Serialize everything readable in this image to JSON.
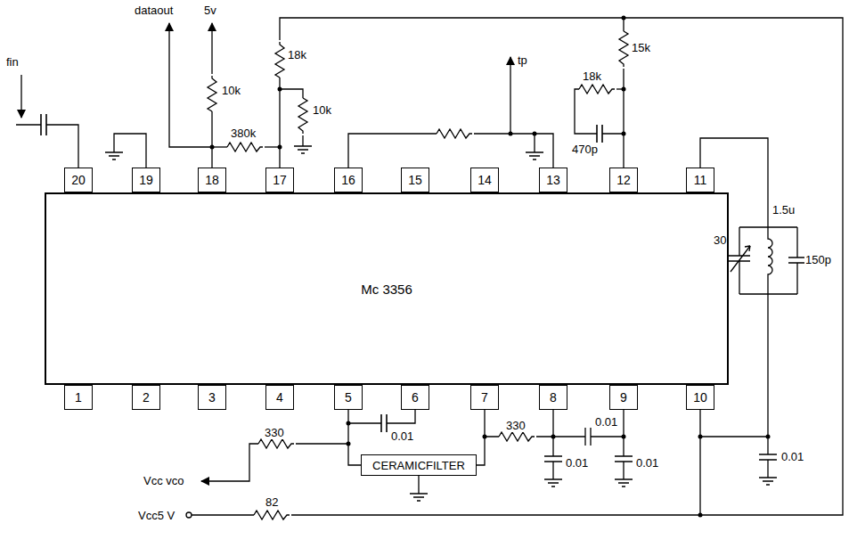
{
  "diagram": {
    "nodes": [
      {
        "text": [
          "20"
        ]
      },
      {
        "text": [
          "19"
        ]
      },
      {
        "text": [
          "18"
        ]
      },
      {
        "text": [
          "17"
        ]
      },
      {
        "text": [
          "16"
        ]
      },
      {
        "text": [
          "15"
        ]
      },
      {
        "text": [
          "14"
        ]
      },
      {
        "text": [
          "13"
        ]
      },
      {
        "text": [
          "12"
        ]
      },
      {
        "text": [
          "11"
        ]
      },
      {
        "text": [
          "Mc 3356"
        ]
      },
      {
        "text": [
          "1"
        ]
      },
      {
        "text": [
          "2"
        ]
      },
      {
        "text": [
          "3"
        ]
      },
      {
        "text": [
          "4"
        ]
      },
      {
        "text": [
          "5"
        ]
      },
      {
        "text": [
          "6"
        ]
      },
      {
        "text": [
          "7"
        ]
      },
      {
        "text": [
          "8"
        ]
      },
      {
        "text": [
          "9"
        ]
      },
      {
        "text": [
          "10"
        ]
      },
      {
        "text": [
          "CERAMICFILTER"
        ]
      }
    ],
    "edges": [
      {
        "from": 15,
        "to": 21,
        "arrow": "none"
      },
      {
        "from": 17,
        "to": 21,
        "arrow": "none"
      }
    ],
    "labels": [
      "fin",
      "dataout",
      "5v",
      "18k",
      "10k",
      "380k",
      "10k",
      "tp",
      "18k",
      "15k",
      "470p",
      "30",
      "1.5u",
      "150p",
      "330",
      "0.01",
      "330",
      "0.01",
      "0.01",
      "0.01",
      "0.01",
      "Vcc vco",
      "Vcc5 V",
      "82"
    ]
  }
}
